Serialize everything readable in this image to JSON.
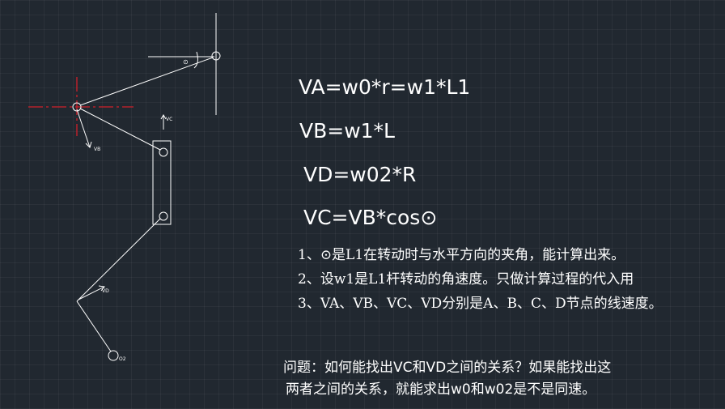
{
  "diagram": {
    "labels": {
      "theta": "⊙",
      "vb": "VB",
      "vc": "VC",
      "vd": "VD",
      "o2": "O2"
    }
  },
  "equations": [
    "VA=w0*r=w1*L1",
    "VB=w1*L",
    "VD=w02*R",
    "VC=VB*cos⊙"
  ],
  "notes": [
    "1、⊙是L1在转动时与水平方向的夹角，能计算出来。",
    "2、设w1是L1杆转动的角速度。只做计算过程的代入用",
    "3、VA、VB、VC、VD分别是A、B、C、D节点的线速度。"
  ],
  "question": [
    "问题：如何能找出VC和VD之间的关系？如果能找出这",
    "两者之间的关系，就能求出w0和w02是不是同速。"
  ],
  "colors": {
    "background": "#212830",
    "line": "#ffffff",
    "pivot_red": "#d0202a"
  }
}
